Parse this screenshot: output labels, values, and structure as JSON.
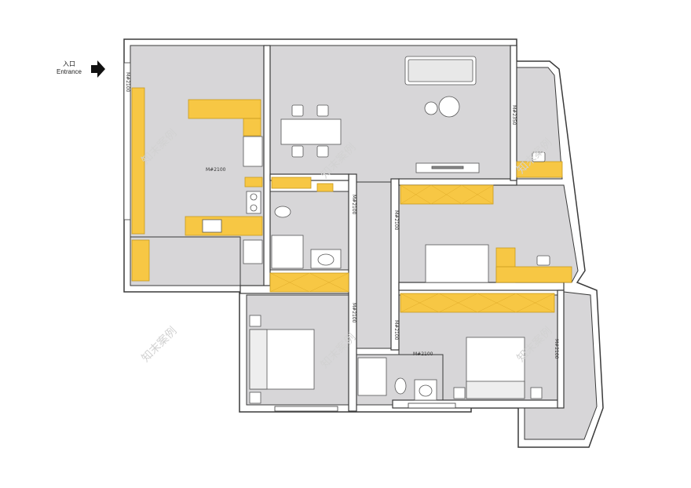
{
  "entrance": {
    "label_cn": "入口",
    "label_en": "Entrance",
    "icon": "arrow-right-icon"
  },
  "door_tags": [
    "M#2100",
    "M#2100",
    "M#2100",
    "M#2350",
    "M#2100",
    "M#2100",
    "M#2100",
    "M#2100",
    "M#2100"
  ],
  "watermark": "知末案例",
  "colors": {
    "floor": "#d7d6d8",
    "wall": "#ffffff",
    "wall_outline": "#3a3a3a",
    "cabinet": "#f7c744",
    "furniture": "#ffffff"
  }
}
